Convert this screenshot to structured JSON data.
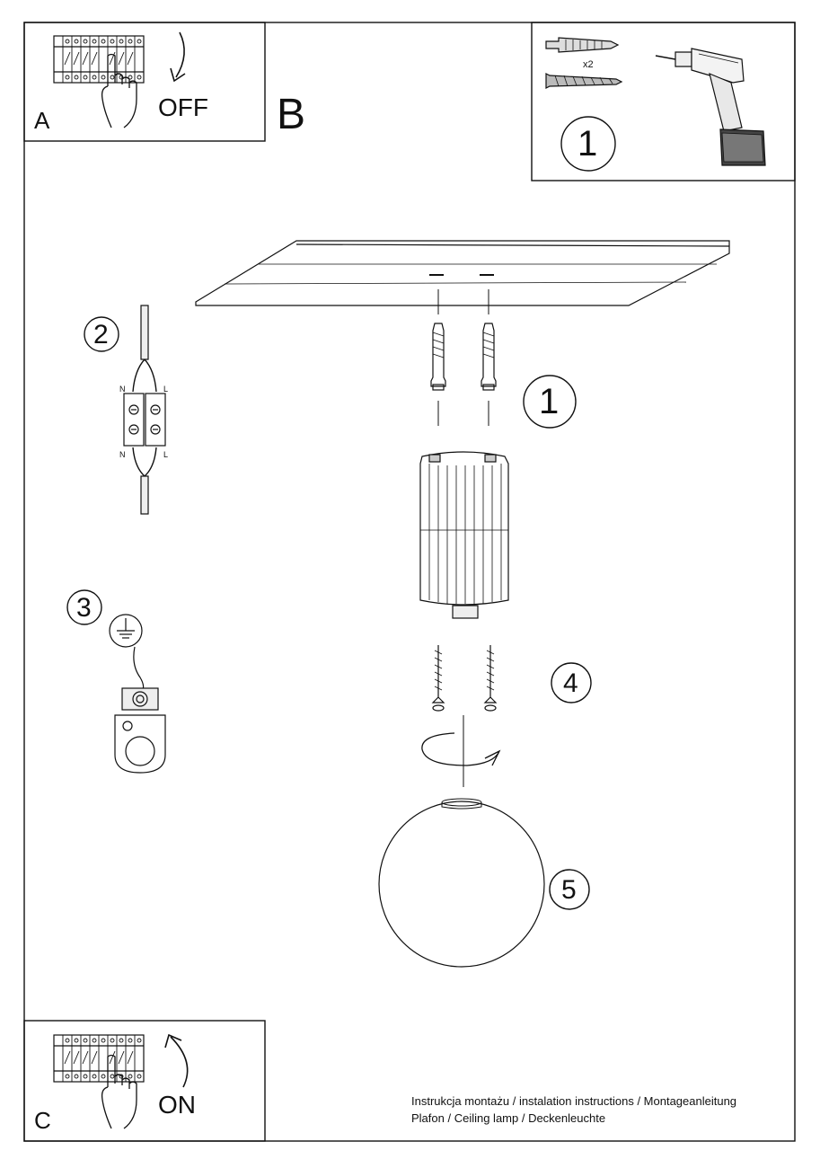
{
  "panels": {
    "a": {
      "letter": "A",
      "label": "OFF",
      "icons": [
        "breaker-panel-icon",
        "hand-icon",
        "arrow-down-icon"
      ]
    },
    "b": {
      "letter": "B"
    },
    "c": {
      "letter": "C",
      "label": "ON",
      "icons": [
        "breaker-panel-icon",
        "hand-icon",
        "arrow-up-icon"
      ]
    }
  },
  "tools": {
    "step": "1",
    "quantity": "x2",
    "icons": [
      "wall-plug-icon",
      "screw-icon",
      "drill-icon"
    ]
  },
  "steps": {
    "s1": "1",
    "s2": "2",
    "s3": "3",
    "s4": "4",
    "s5": "5"
  },
  "wiring": {
    "top_left": "N",
    "top_right": "L",
    "bottom_left": "N",
    "bottom_right": "L",
    "icons": [
      "terminal-block-icon",
      "ground-symbol-icon"
    ]
  },
  "parts": {
    "icons": [
      "ceiling-plate-icon",
      "fluted-socket-holder-icon",
      "glass-globe-icon",
      "rotate-arrow-icon"
    ]
  },
  "caption": {
    "line1": "Instrukcja montażu / instalation instructions / Montageanleitung",
    "line2": "Plafon / Ceiling lamp / Deckenleuchte"
  }
}
